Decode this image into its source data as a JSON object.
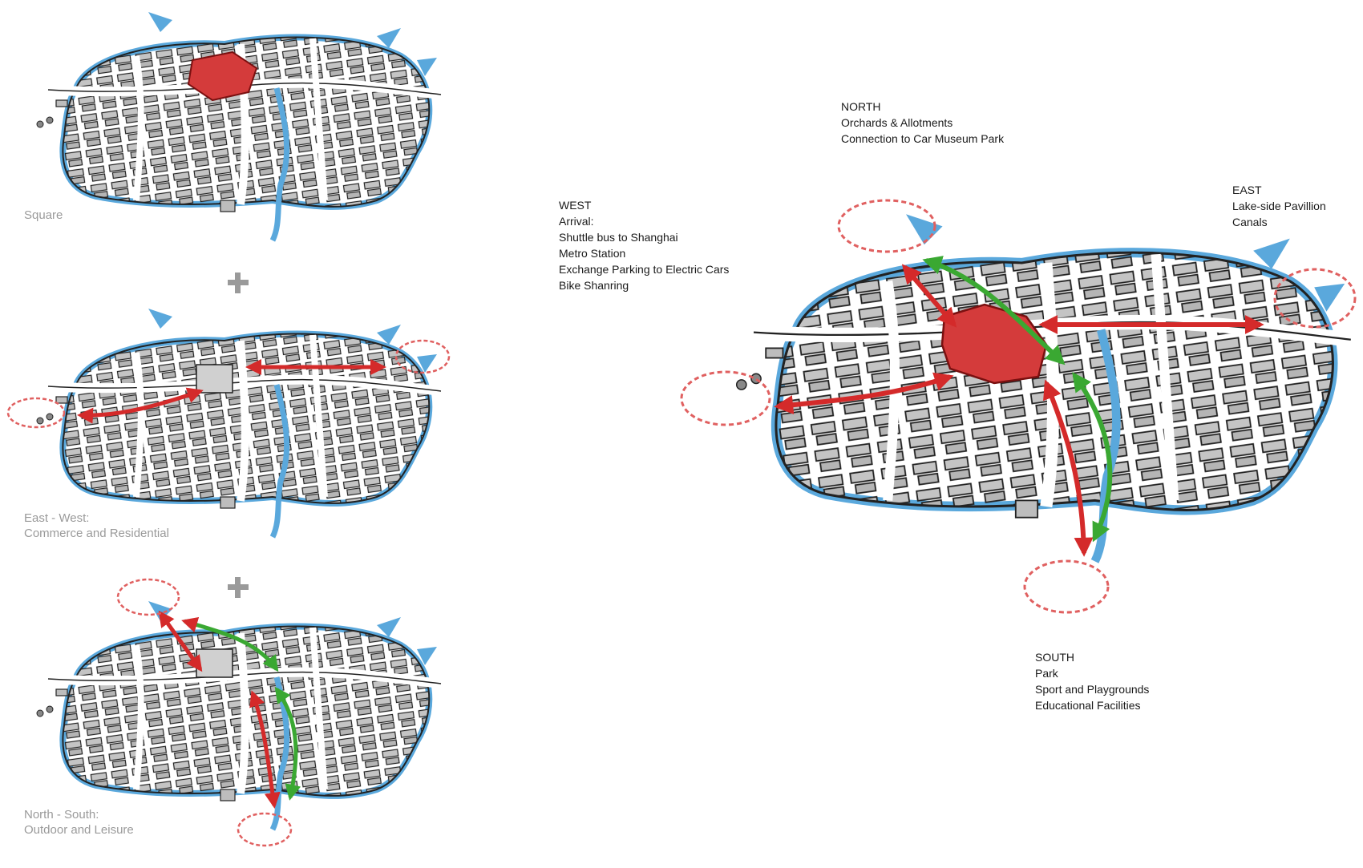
{
  "captions": {
    "square": "Square",
    "east_west": [
      "East - West:",
      "Commerce and  Residential"
    ],
    "north_south": [
      "North - South:",
      "Outdoor and Leisure"
    ]
  },
  "labels": {
    "north": [
      "NORTH",
      "Orchards & Allotments",
      "Connection to Car Museum Park"
    ],
    "west": [
      "WEST",
      "Arrival:",
      "Shuttle bus to Shanghai",
      "Metro Station",
      "Exchange Parking to Electric Cars",
      "Bike Shanring"
    ],
    "east": [
      "EAST",
      "Lake-side Pavillion",
      "Canals"
    ],
    "south": [
      "SOUTH",
      "Park",
      "Sport and Playgrounds",
      "Educational Facilities"
    ]
  },
  "colors": {
    "water": "#5aa8dc",
    "square_red": "#d43b3b",
    "arrow_red": "#d42a2a",
    "arrow_green": "#3aa832",
    "circle": "#e06060",
    "building": "#bdbdbd",
    "plus": "#9a9a9a"
  },
  "icons": [
    "plus-icon",
    "plus-icon"
  ]
}
